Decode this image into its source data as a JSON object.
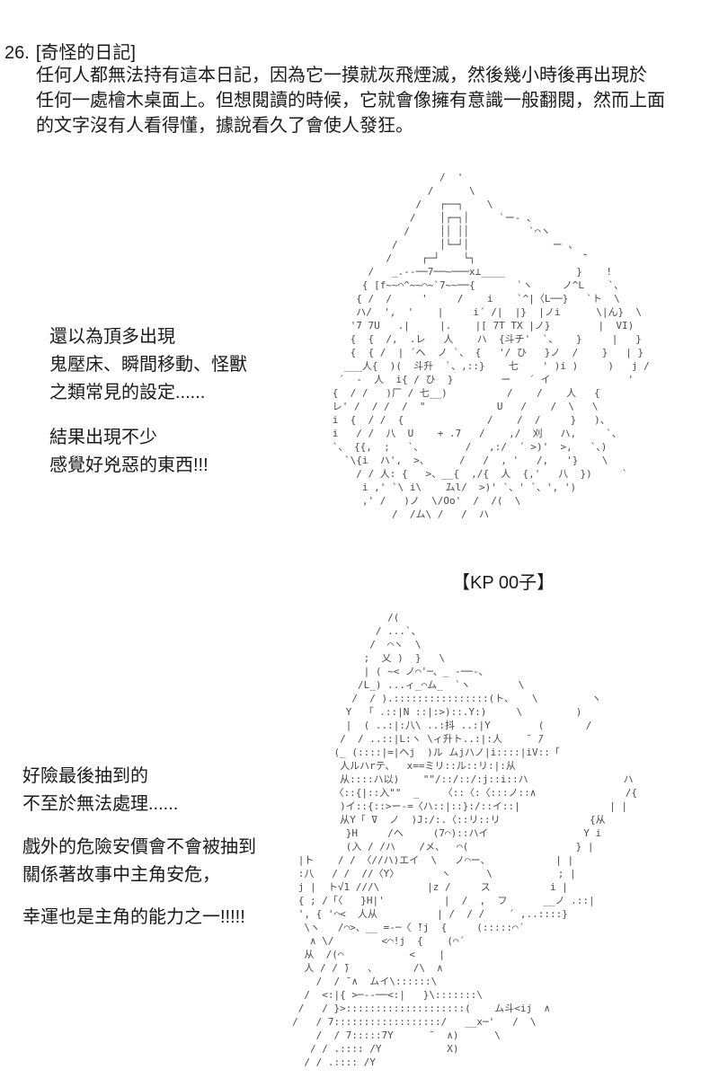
{
  "colors": {
    "background": "#ffffff",
    "text": "#1a1a1a",
    "ascii_art": "#4a4a4a"
  },
  "header": {
    "number": "26.",
    "title": "[奇怪的日記]",
    "description_lines": [
      "任何人都無法持有這本日記，因為它一摸就灰飛煙滅，然後幾小時後再出現於",
      "任何一處檜木桌面上。但想閱讀的時候，它就會像擁有意識一般翻閱，然而上面",
      "的文字沒有人看得懂，據說看久了會使人發狂。"
    ]
  },
  "scene1": {
    "dialogue1_lines": [
      "還以為頂多出現",
      "鬼壓床、瞬間移動、怪獸",
      "之類常見的設定......"
    ],
    "dialogue2_lines": [
      "結果出現不少",
      "感覺好兇惡的東西!!!"
    ],
    "caption": "【KP 00子】",
    "ascii_art": [
      "                        /  '",
      "                      /      \\",
      "                    /   ┌──┐    \\",
      "                   /    │┌─┐│     `ー- 、",
      "                  /     ││ ││          `⌒ヽ",
      "                /       │└─┘│              ー 、",
      "               /     ┌─┘    └┐                  ̄`",
      "            /   _.--──7──~───x⊥____            }    !",
      "           { [f~~⌒^~~⌒~`7~~──{       `ヽ     ノ^L    `、",
      "          { /  /     '     /    i    `^|〈L──}   `ト  \\",
      "          ハ/  ',  '    |     i´ /|  |}  |ノi      \\|ん}  \\",
      "         '7 7U   .|     |.    |[ 7T TX |ノ}        |  VI)",
      "         {  {  /,  .レ   人    ハ  {斗チ'  `、   }     |   }",
      "         {  { /  | ´ヘ  ノ `、 {   '/ ひ   }ノ  /    }   | }",
      "        ___人{  )(  斗升  `、,::}    七    ' )i )     )   j /",
      "       ´  -  人  i{ / ひ  }        ー   ´ イ             '",
      "      {  / /   )厂 / 七__)          /    /    人   {",
      "      レ' /  / /  /  \"            U   /    /  \\   \\",
      "      i  {  / /  {              /    /  /     }   )、",
      "      i   / /  八  U    + .7   /    ,/  刈   ハ,     `、",
      "      `、 {{,  ;   `、       /   ,:/  ´ >)'  >,   `、)",
      "        `\\{i  ハ',  >、     /   /  , '   /,   '}    \\",
      "          / / 人: {   >、__{  ,/{  人  {,'   八  })     `",
      "           i ,' `\\ i\\    ̄ムl/  >)' `、' `、', ')",
      "           ,' /   )ノ  \\/Oo'  /  /(  \\",
      "                /  /ム\\ /   /  ハ"
    ]
  },
  "scene2": {
    "dialogue1_lines": [
      "好險最後抽到的",
      "不至於無法處理......"
    ],
    "dialogue2_lines": [
      "戲外的危險安價會不會被抽到",
      "關係著故事中主角安危，"
    ],
    "dialogue3_lines": [
      "幸運也是主角的能力之一!!!!!"
    ],
    "ascii_art": [
      "                     /(",
      "                   / ...`、",
      "                  /  ⌒ヽ  \\",
      "                 ;  乂 )  }   \\",
      "                 | ( ~< ノ⌒'─、_ -──-、",
      "                /L_) ...ィ_⌒ム_  `ヽ        \\",
      "               /  / ).::::::::::::::::(ト、   \\         ヽ",
      "              Y  「 .::|N ::|:>)::.Y:)     \\         )",
      "              |  ( ..:|:八\\ ..:抖 ..:|Y        (       /",
      "             /  / ..::|L:ヽ \\ィ升ト..:|:人    ̄  ̄/",
      "            (_ (::::|=|ヘj  )ル ムjハノ|i::::|iV::「",
      "             人ルハrテ、  x==ミリ::ル::リ:|:从",
      "             从::::ハ以)    \"\"/::/::/:j::i::ハ                ハ",
      "            〈::{|::入\"\"  _    〈::〈:〈:::ノ::∧               /{",
      "             )イ::{::>ー-=〈ハ::|::}:/::イ::|               | |",
      "             从Y「 ̄V  ノ  )J:/:.〈::リ::リ               {从",
      "              }H     /ヘ     (7⌒)::ハイ                Y i",
      "              (入 / /ハ    /メ、  ⌒(                  } |",
      "      |ト    / / 〈//ハ)エイ  \\   ノ⌒ー、           | |",
      "      :八   / /  //〈Y〉       ヽ      \\           ; |",
      "      j |  ト√1 ///\\        |z /     ス          i |",
      "      { ; /「〈   }H|'          |  /  ,  フ      __ノ .::|",
      "      ', { '⌒<  人从          | /  / /    ´ ,..::::}",
      "       \\ヽ   /⌒>、__ =-─〈 ̄!j  {     (:::::⌒´",
      "        ∧ \\/        <⌒!j  {    (⌒´",
      "       从  /(⌒           <    |",
      "       人 / / ̄)   、      /\\  ∧",
      "         /  / ̄ ∧  ムイ\\::::::\\",
      "       /  <:|{ >─--──<:|   }\\:::::::\\",
      "      /   / }>::::::::::::::::::::(    ム斗<ij  ∧",
      "     /   / 7::::::::::::::::::/   __x─'   /  \\",
      "         /  / 7:::::7Y      ̄   ∧)      \\",
      "        / / .:::: /Y           X)",
      "       / / .:::: /Y"
    ]
  }
}
